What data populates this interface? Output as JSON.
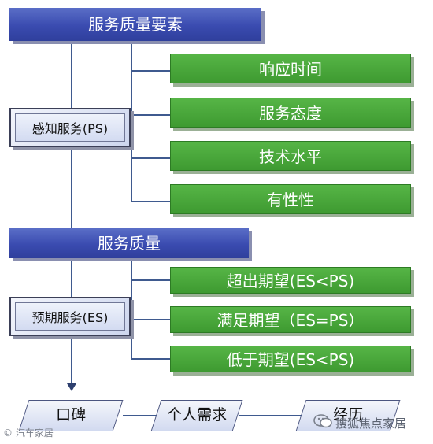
{
  "top_header": "服务质量要素",
  "perceived_service": "感知服务(PS)",
  "elements": [
    "响应时间",
    "服务态度",
    "技术水平",
    "有性性"
  ],
  "mid_header": "服务质量",
  "expected_service": "预期服务(ES)",
  "outcomes": [
    "超出期望(ES<PS)",
    "满足期望（ES=PS）",
    "低于期望(ES<PS)"
  ],
  "factors": [
    "口碑",
    "个人需求",
    "经历"
  ],
  "watermark_left": "© 汽车家居",
  "watermark_right": "搜狐焦点家居",
  "colors": {
    "header_blue": "#3a4bb0",
    "box_green": "#46a838",
    "line": "#3f5a8f"
  }
}
